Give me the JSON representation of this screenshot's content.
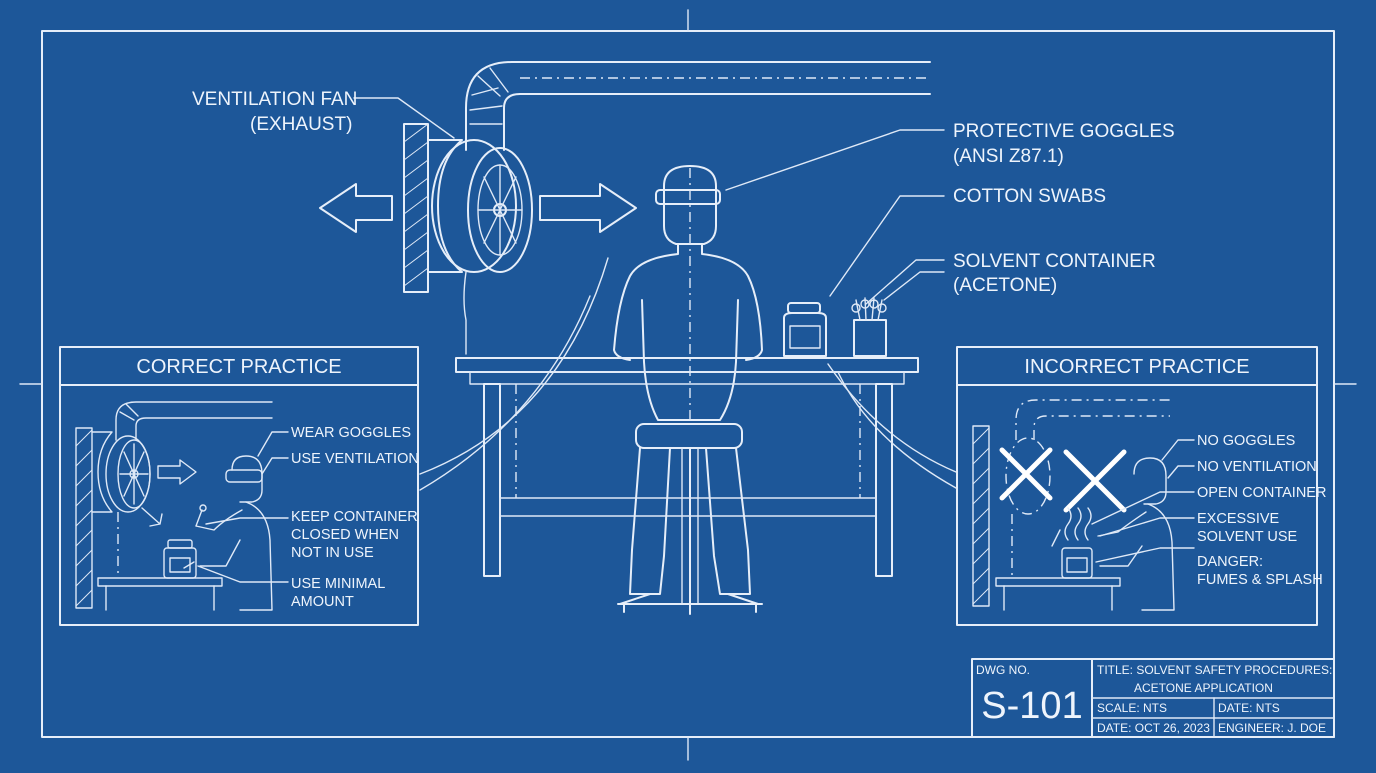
{
  "callouts": {
    "fan": [
      "VENTILATION FAN",
      "(EXHAUST)"
    ],
    "goggles": [
      "PROTECTIVE GOGGLES",
      "(ANSI Z87.1)"
    ],
    "swabs": [
      "COTTON SWABS"
    ],
    "container": [
      "SOLVENT CONTAINER",
      "(ACETONE)"
    ]
  },
  "correct": {
    "title": "CORRECT PRACTICE",
    "labels": {
      "goggles": [
        "WEAR GOGGLES"
      ],
      "ventilation": [
        "USE VENTILATION"
      ],
      "closed": [
        "KEEP CONTAINER",
        "CLOSED WHEN",
        "NOT IN USE"
      ],
      "minimal": [
        "USE MINIMAL",
        "AMOUNT"
      ]
    }
  },
  "incorrect": {
    "title": "INCORRECT PRACTICE",
    "labels": {
      "no_goggles": [
        "NO GOGGLES"
      ],
      "no_vent": [
        "NO VENTILATION"
      ],
      "open": [
        "OPEN CONTAINER"
      ],
      "excessive": [
        "EXCESSIVE",
        "SOLVENT USE"
      ],
      "danger": [
        "DANGER:",
        "FUMES & SPLASH"
      ]
    }
  },
  "title_block": {
    "dwg_label": "DWG NO.",
    "dwg_no": "S-101",
    "title_lines": [
      "TITLE: SOLVENT SAFETY PROCEDURES:",
      "ACETONE APPLICATION"
    ],
    "scale": "SCALE: NTS",
    "date": "DATE: NTS",
    "date2": "DATE: OCT 26, 2023",
    "engineer": "ENGINEER: J. DOE"
  },
  "icons": {
    "fan": "exhaust-fan-icon",
    "goggles": "goggles-icon",
    "jar": "solvent-jar-icon",
    "swabs": "cotton-swabs-icon",
    "cross": "x-mark-icon"
  },
  "colors": {
    "background": "#1d5799",
    "line": "#e6eef9"
  }
}
